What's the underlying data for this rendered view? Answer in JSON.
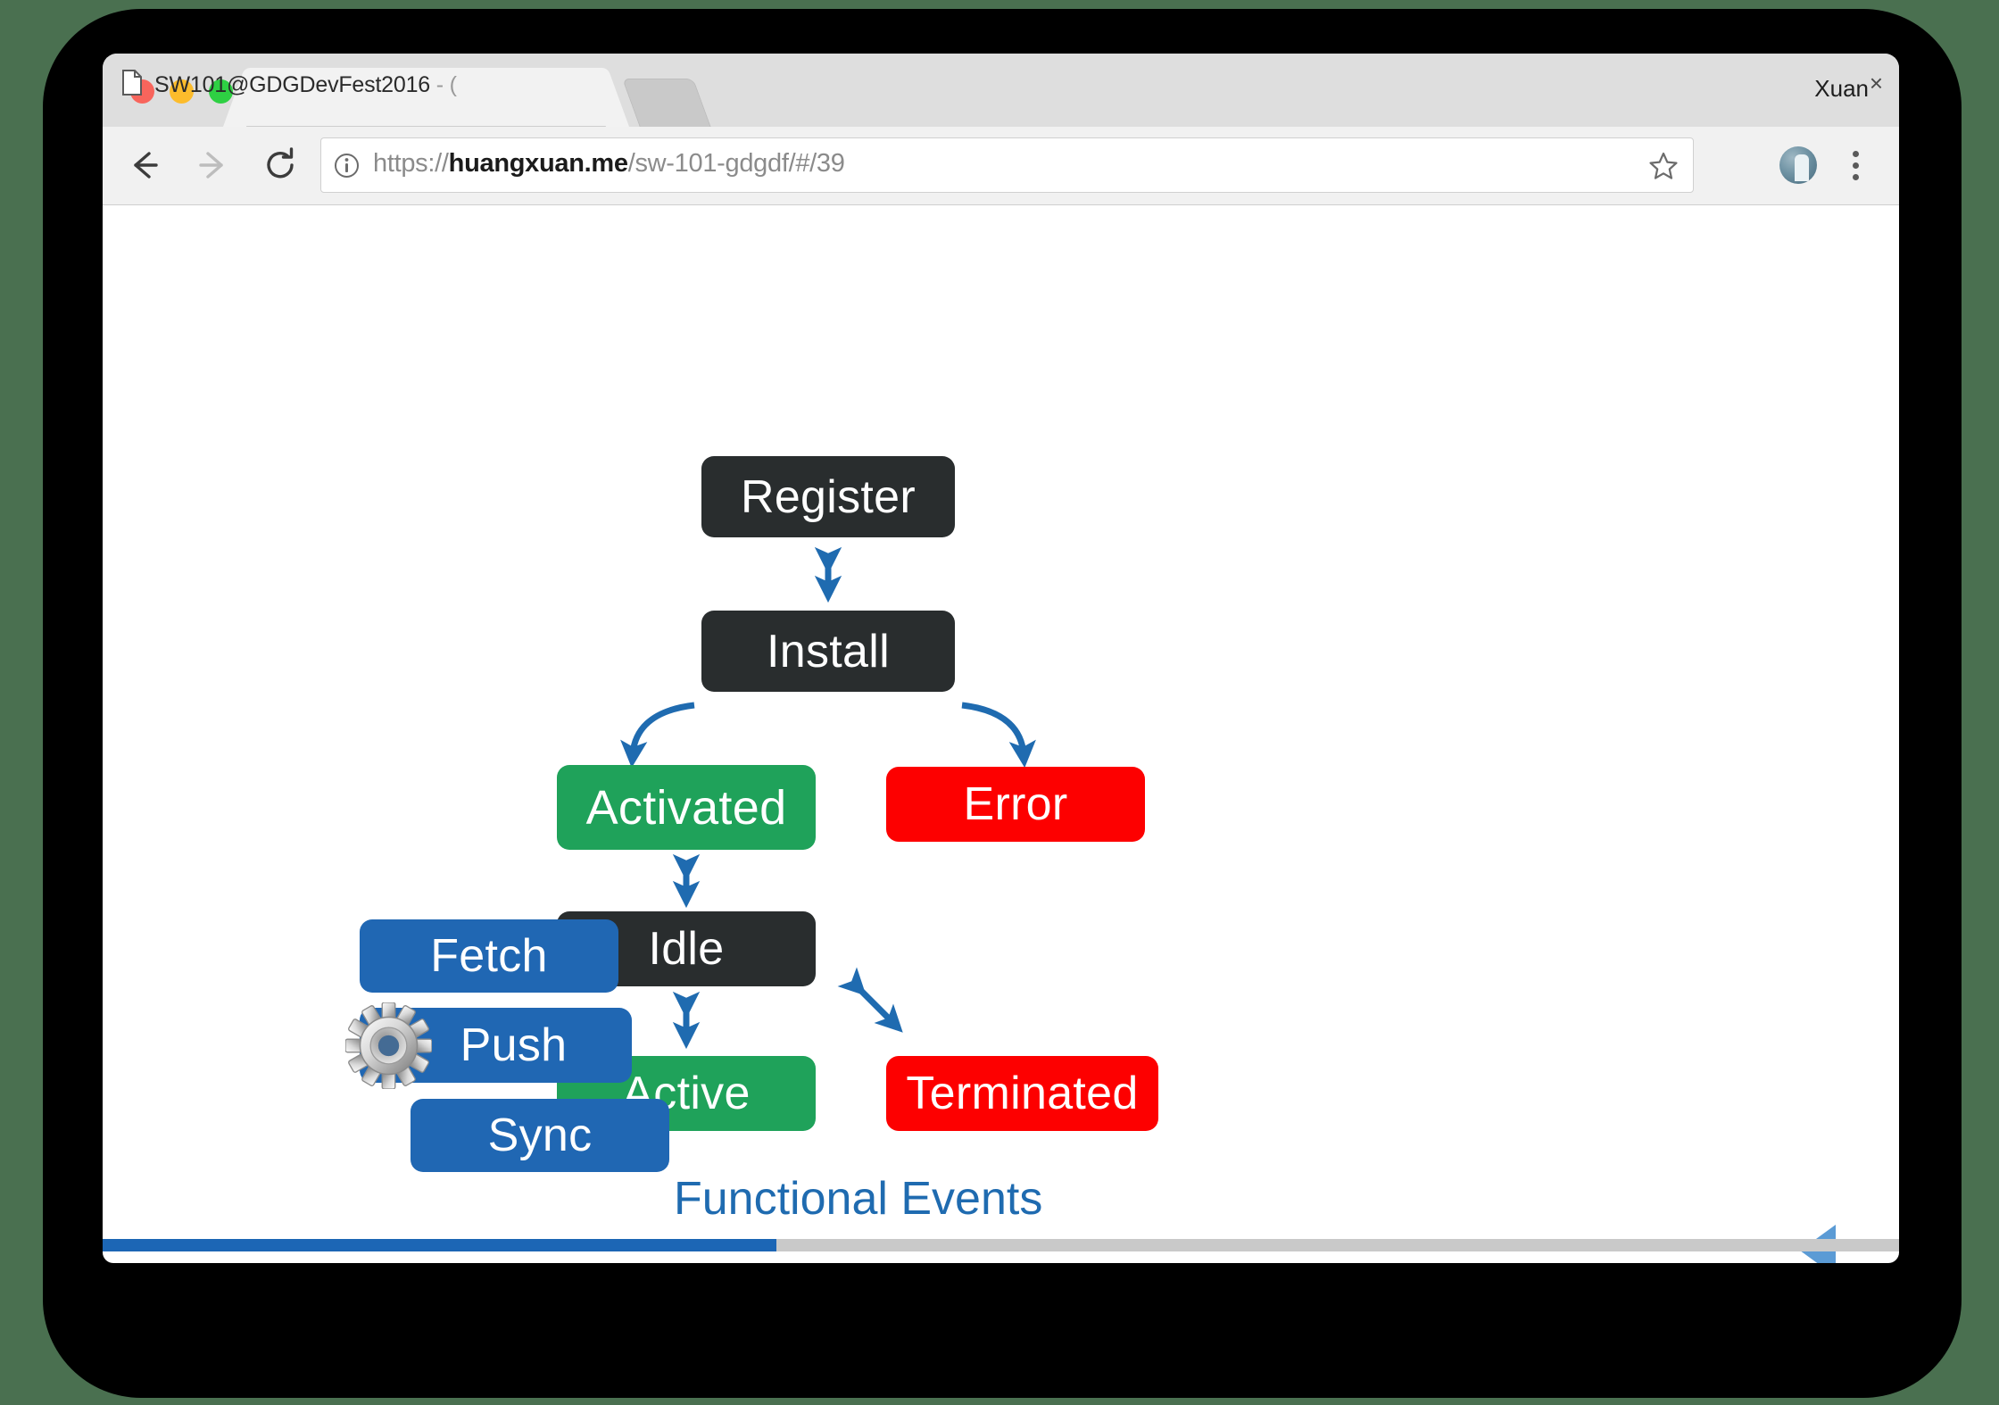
{
  "window": {
    "profile_name": "Xuan"
  },
  "tab_strip": {
    "active_tab": {
      "title": "SW101@GDGDevFest2016",
      "title_suffix": " - (",
      "page_icon": "page-icon",
      "close_icon": "×"
    },
    "inactive_tab_label": ""
  },
  "toolbar": {
    "back_icon": "arrow-left-icon",
    "forward_icon": "arrow-right-icon",
    "reload_icon": "reload-icon",
    "site_info_icon": "info-circle-icon",
    "bookmark_icon": "star-icon",
    "avatar_icon": "profile-avatar-icon",
    "menu_icon": "three-dots-icon",
    "url": {
      "scheme": "https://",
      "host": "huangxuan.me",
      "path": "/sw-101-gdgdf/#/39",
      "full": "https://huangxuan.me/sw-101-gdgdf/#/39"
    }
  },
  "slide": {
    "caption": "Functional Events",
    "nodes": [
      {
        "id": "register",
        "label": "Register",
        "color": "#292d2e"
      },
      {
        "id": "install",
        "label": "Install",
        "color": "#292d2e"
      },
      {
        "id": "activated",
        "label": "Activated",
        "color": "#1fa25a"
      },
      {
        "id": "error",
        "label": "Error",
        "color": "#fd0000"
      },
      {
        "id": "idle",
        "label": "Idle",
        "color": "#292d2e"
      },
      {
        "id": "active",
        "label": "Active",
        "color": "#1fa25a"
      },
      {
        "id": "terminated",
        "label": "Terminated",
        "color": "#fd0000"
      },
      {
        "id": "fetch",
        "label": "Fetch",
        "color": "#2067b3"
      },
      {
        "id": "push",
        "label": "Push",
        "color": "#2067b3"
      },
      {
        "id": "sync",
        "label": "Sync",
        "color": "#2067b3"
      }
    ],
    "gear_icon": "gear-icon",
    "arrow_color": "#1f6bb0",
    "caption_color": "#1f6bb0",
    "prev_label": "◀",
    "next_label": "▶",
    "progress_percent": 37.5
  }
}
